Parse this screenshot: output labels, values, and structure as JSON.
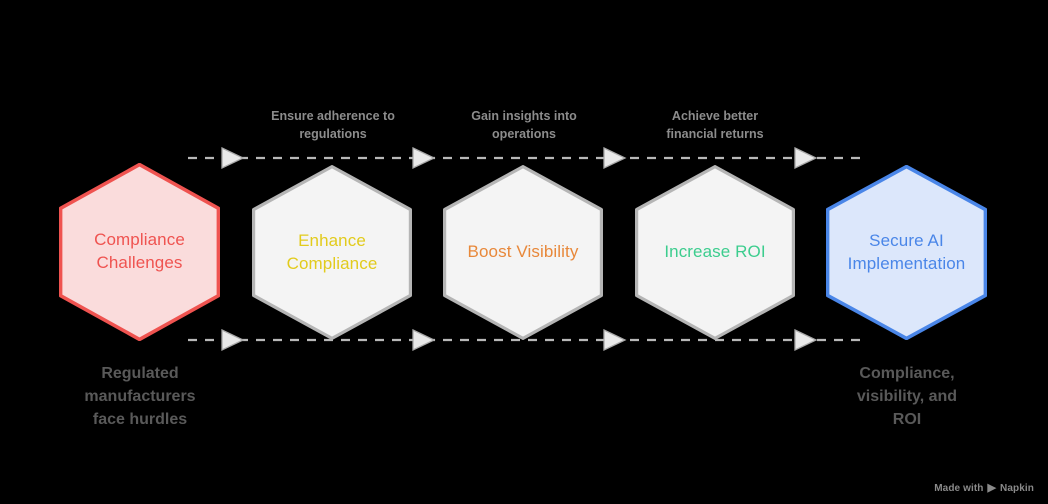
{
  "diagram": {
    "title": "Compliance to Secure AI Implementation flow",
    "background": "#000000",
    "nodes": [
      {
        "id": "compliance-challenges",
        "label": "Compliance\nChallenges",
        "fill": "#fadcdc",
        "stroke": "#ef5350",
        "text_color": "#ef5350"
      },
      {
        "id": "enhance-compliance",
        "label": "Enhance\nCompliance",
        "fill": "#f4f4f4",
        "stroke": "#b5b5b5",
        "text_color": "#e2cb1c"
      },
      {
        "id": "boost-visibility",
        "label": "Boost Visibility",
        "fill": "#f4f4f4",
        "stroke": "#b5b5b5",
        "text_color": "#e8883a"
      },
      {
        "id": "increase-roi",
        "label": "Increase ROI",
        "fill": "#f4f4f4",
        "stroke": "#b5b5b5",
        "text_color": "#3ccd8e"
      },
      {
        "id": "secure-ai-implementation",
        "label": "Secure AI\nImplementation",
        "fill": "#dce7fb",
        "stroke": "#4a86e8",
        "text_color": "#4a86e8"
      }
    ],
    "top_captions": [
      {
        "id": "ensure-adherence",
        "text": "Ensure adherence to\nregulations"
      },
      {
        "id": "gain-insights",
        "text": "Gain insights into\noperations"
      },
      {
        "id": "achieve-returns",
        "text": "Achieve better\nfinancial returns"
      }
    ],
    "bottom_captions": [
      {
        "id": "regulated-manufacturers",
        "text": "Regulated\nmanufacturers\nface hurdles"
      },
      {
        "id": "compliance-visibility-roi",
        "text": "Compliance,\nvisibility, and\nROI"
      }
    ],
    "connectors": {
      "line_color": "#b8b8b8",
      "arrow_fill": "#e9e9e9",
      "arrow_stroke": "#a0a0a0",
      "style": "dashed"
    }
  },
  "watermark": {
    "prefix": "Made with",
    "mark": "▶",
    "brand": "Napkin"
  }
}
